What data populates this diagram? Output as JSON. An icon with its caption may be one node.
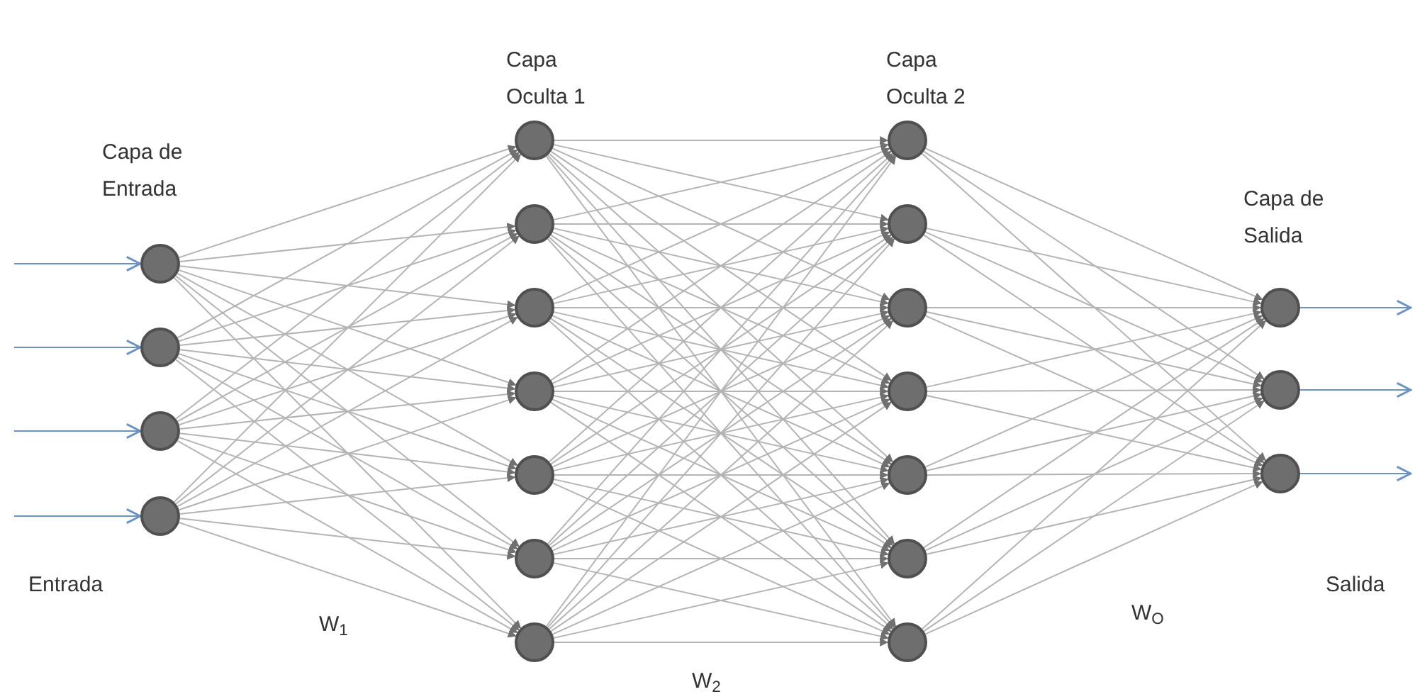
{
  "diagram": {
    "nodes": [
      {
        "text": [],
        "shape": "circle"
      },
      {
        "text": [],
        "shape": "circle"
      },
      {
        "text": [],
        "shape": "circle"
      },
      {
        "text": [],
        "shape": "circle"
      },
      {
        "text": [],
        "shape": "circle"
      },
      {
        "text": [],
        "shape": "circle"
      },
      {
        "text": [],
        "shape": "circle"
      },
      {
        "text": [],
        "shape": "circle"
      },
      {
        "text": [],
        "shape": "circle"
      },
      {
        "text": [],
        "shape": "circle"
      },
      {
        "text": [],
        "shape": "circle"
      },
      {
        "text": [],
        "shape": "circle"
      },
      {
        "text": [],
        "shape": "circle"
      },
      {
        "text": [],
        "shape": "circle"
      },
      {
        "text": [],
        "shape": "circle"
      },
      {
        "text": [],
        "shape": "circle"
      },
      {
        "text": [],
        "shape": "circle"
      },
      {
        "text": [],
        "shape": "circle"
      },
      {
        "text": [],
        "shape": "circle"
      },
      {
        "text": [],
        "shape": "circle"
      },
      {
        "text": [],
        "shape": "circle"
      }
    ],
    "edges": [
      {
        "from": null,
        "to": 0,
        "arrow": "to",
        "color": "#6a93c4"
      },
      {
        "from": null,
        "to": 1,
        "arrow": "to",
        "color": "#6a93c4"
      },
      {
        "from": null,
        "to": 2,
        "arrow": "to",
        "color": "#6a93c4"
      },
      {
        "from": null,
        "to": 3,
        "arrow": "to",
        "color": "#6a93c4"
      },
      {
        "from": 0,
        "to": 4,
        "arrow": "to"
      },
      {
        "from": 0,
        "to": 5,
        "arrow": "to"
      },
      {
        "from": 0,
        "to": 6,
        "arrow": "to"
      },
      {
        "from": 0,
        "to": 7,
        "arrow": "to"
      },
      {
        "from": 0,
        "to": 8,
        "arrow": "to"
      },
      {
        "from": 0,
        "to": 9,
        "arrow": "to"
      },
      {
        "from": 0,
        "to": 10,
        "arrow": "to"
      },
      {
        "from": 1,
        "to": 4,
        "arrow": "to"
      },
      {
        "from": 1,
        "to": 5,
        "arrow": "to"
      },
      {
        "from": 1,
        "to": 6,
        "arrow": "to"
      },
      {
        "from": 1,
        "to": 7,
        "arrow": "to"
      },
      {
        "from": 1,
        "to": 8,
        "arrow": "to"
      },
      {
        "from": 1,
        "to": 9,
        "arrow": "to"
      },
      {
        "from": 1,
        "to": 10,
        "arrow": "to"
      },
      {
        "from": 2,
        "to": 4,
        "arrow": "to"
      },
      {
        "from": 2,
        "to": 5,
        "arrow": "to"
      },
      {
        "from": 2,
        "to": 6,
        "arrow": "to"
      },
      {
        "from": 2,
        "to": 7,
        "arrow": "to"
      },
      {
        "from": 2,
        "to": 8,
        "arrow": "to"
      },
      {
        "from": 2,
        "to": 9,
        "arrow": "to"
      },
      {
        "from": 2,
        "to": 10,
        "arrow": "to"
      },
      {
        "from": 3,
        "to": 4,
        "arrow": "to"
      },
      {
        "from": 3,
        "to": 5,
        "arrow": "to"
      },
      {
        "from": 3,
        "to": 6,
        "arrow": "to"
      },
      {
        "from": 3,
        "to": 7,
        "arrow": "to"
      },
      {
        "from": 3,
        "to": 8,
        "arrow": "to"
      },
      {
        "from": 3,
        "to": 9,
        "arrow": "to"
      },
      {
        "from": 3,
        "to": 10,
        "arrow": "to"
      },
      {
        "from": 4,
        "to": 11,
        "arrow": "to"
      },
      {
        "from": 4,
        "to": 12,
        "arrow": "to"
      },
      {
        "from": 4,
        "to": 13,
        "arrow": "to"
      },
      {
        "from": 4,
        "to": 14,
        "arrow": "to"
      },
      {
        "from": 4,
        "to": 15,
        "arrow": "to"
      },
      {
        "from": 4,
        "to": 16,
        "arrow": "to"
      },
      {
        "from": 4,
        "to": 17,
        "arrow": "to"
      },
      {
        "from": 5,
        "to": 11,
        "arrow": "to"
      },
      {
        "from": 5,
        "to": 12,
        "arrow": "to"
      },
      {
        "from": 5,
        "to": 13,
        "arrow": "to"
      },
      {
        "from": 5,
        "to": 14,
        "arrow": "to"
      },
      {
        "from": 5,
        "to": 15,
        "arrow": "to"
      },
      {
        "from": 5,
        "to": 16,
        "arrow": "to"
      },
      {
        "from": 5,
        "to": 17,
        "arrow": "to"
      },
      {
        "from": 6,
        "to": 11,
        "arrow": "to"
      },
      {
        "from": 6,
        "to": 12,
        "arrow": "to"
      },
      {
        "from": 6,
        "to": 13,
        "arrow": "to"
      },
      {
        "from": 6,
        "to": 14,
        "arrow": "to"
      },
      {
        "from": 6,
        "to": 15,
        "arrow": "to"
      },
      {
        "from": 6,
        "to": 16,
        "arrow": "to"
      },
      {
        "from": 6,
        "to": 17,
        "arrow": "to"
      },
      {
        "from": 7,
        "to": 11,
        "arrow": "to"
      },
      {
        "from": 7,
        "to": 12,
        "arrow": "to"
      },
      {
        "from": 7,
        "to": 13,
        "arrow": "to"
      },
      {
        "from": 7,
        "to": 14,
        "arrow": "to"
      },
      {
        "from": 7,
        "to": 15,
        "arrow": "to"
      },
      {
        "from": 7,
        "to": 16,
        "arrow": "to"
      },
      {
        "from": 7,
        "to": 17,
        "arrow": "to"
      },
      {
        "from": 8,
        "to": 11,
        "arrow": "to"
      },
      {
        "from": 8,
        "to": 12,
        "arrow": "to"
      },
      {
        "from": 8,
        "to": 13,
        "arrow": "to"
      },
      {
        "from": 8,
        "to": 14,
        "arrow": "to"
      },
      {
        "from": 8,
        "to": 15,
        "arrow": "to"
      },
      {
        "from": 8,
        "to": 16,
        "arrow": "to"
      },
      {
        "from": 8,
        "to": 17,
        "arrow": "to"
      },
      {
        "from": 9,
        "to": 11,
        "arrow": "to"
      },
      {
        "from": 9,
        "to": 12,
        "arrow": "to"
      },
      {
        "from": 9,
        "to": 13,
        "arrow": "to"
      },
      {
        "from": 9,
        "to": 14,
        "arrow": "to"
      },
      {
        "from": 9,
        "to": 15,
        "arrow": "to"
      },
      {
        "from": 9,
        "to": 16,
        "arrow": "to"
      },
      {
        "from": 9,
        "to": 17,
        "arrow": "to"
      },
      {
        "from": 10,
        "to": 11,
        "arrow": "to"
      },
      {
        "from": 10,
        "to": 12,
        "arrow": "to"
      },
      {
        "from": 10,
        "to": 13,
        "arrow": "to"
      },
      {
        "from": 10,
        "to": 14,
        "arrow": "to"
      },
      {
        "from": 10,
        "to": 15,
        "arrow": "to"
      },
      {
        "from": 10,
        "to": 16,
        "arrow": "to"
      },
      {
        "from": 10,
        "to": 17,
        "arrow": "to"
      },
      {
        "from": 11,
        "to": 18,
        "arrow": "to"
      },
      {
        "from": 11,
        "to": 19,
        "arrow": "to"
      },
      {
        "from": 11,
        "to": 20,
        "arrow": "to"
      },
      {
        "from": 12,
        "to": 18,
        "arrow": "to"
      },
      {
        "from": 12,
        "to": 19,
        "arrow": "to"
      },
      {
        "from": 12,
        "to": 20,
        "arrow": "to"
      },
      {
        "from": 13,
        "to": 18,
        "arrow": "to"
      },
      {
        "from": 13,
        "to": 19,
        "arrow": "to"
      },
      {
        "from": 13,
        "to": 20,
        "arrow": "to"
      },
      {
        "from": 14,
        "to": 18,
        "arrow": "to"
      },
      {
        "from": 14,
        "to": 19,
        "arrow": "to"
      },
      {
        "from": 14,
        "to": 20,
        "arrow": "to"
      },
      {
        "from": 15,
        "to": 18,
        "arrow": "to"
      },
      {
        "from": 15,
        "to": 19,
        "arrow": "to"
      },
      {
        "from": 15,
        "to": 20,
        "arrow": "to"
      },
      {
        "from": 16,
        "to": 18,
        "arrow": "to"
      },
      {
        "from": 16,
        "to": 19,
        "arrow": "to"
      },
      {
        "from": 16,
        "to": 20,
        "arrow": "to"
      },
      {
        "from": 17,
        "to": 18,
        "arrow": "to"
      },
      {
        "from": 17,
        "to": 19,
        "arrow": "to"
      },
      {
        "from": 17,
        "to": 20,
        "arrow": "to"
      },
      {
        "from": 18,
        "to": null,
        "arrow": "to",
        "color": "#6a93c4"
      },
      {
        "from": 19,
        "to": null,
        "arrow": "to",
        "color": "#6a93c4"
      },
      {
        "from": 20,
        "to": null,
        "arrow": "to",
        "color": "#6a93c4"
      }
    ],
    "labels": [
      "Capa Oculta 1",
      "Capa Oculta 2",
      "Capa de Entrada",
      "Capa de Salida",
      "Entrada",
      "Salida",
      "W$_{1}$",
      "W$_{O}$",
      "W$_{2}$"
    ]
  }
}
